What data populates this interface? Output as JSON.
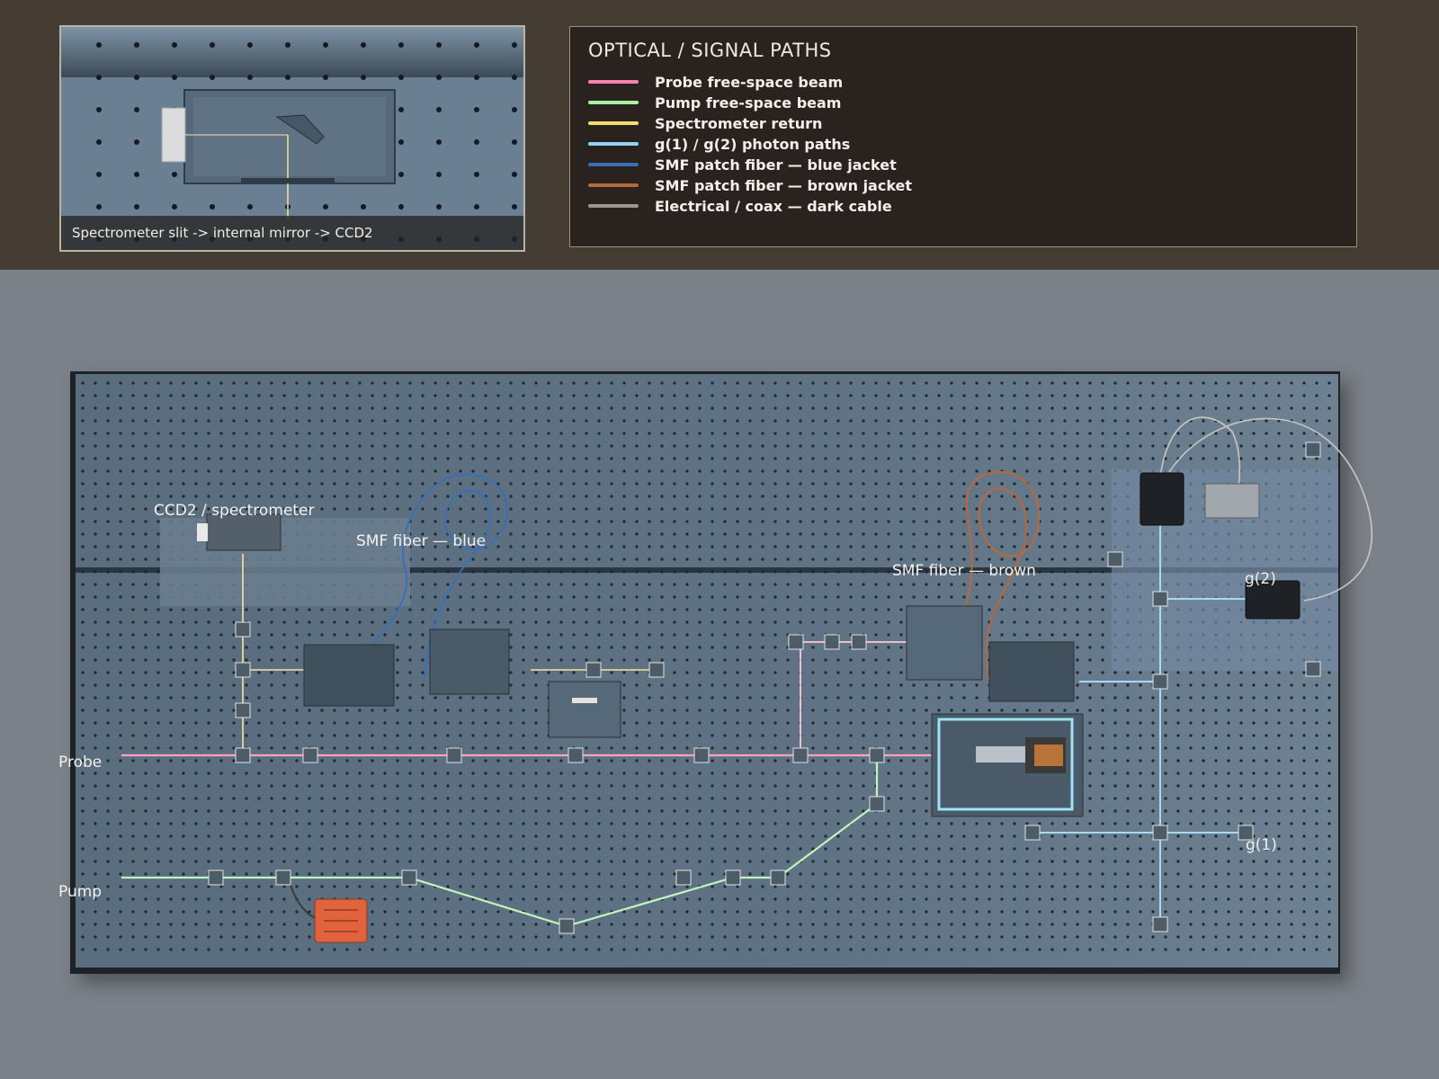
{
  "inset": {
    "caption": "Spectrometer slit -> internal mirror -> CCD2"
  },
  "legend": {
    "title": "OPTICAL / SIGNAL PATHS",
    "items": [
      {
        "label": "Probe free-space beam",
        "color": "#ff7fb1"
      },
      {
        "label": "Pump free-space beam",
        "color": "#a8f5a0"
      },
      {
        "label": "Spectrometer return",
        "color": "#f5df73"
      },
      {
        "label": "g(1) / g(2) photon paths",
        "color": "#8fd2f5"
      },
      {
        "label": "SMF patch fiber — blue jacket",
        "color": "#3a6fb5"
      },
      {
        "label": "SMF patch fiber — brown jacket",
        "color": "#b9683a"
      },
      {
        "label": "Electrical / coax — dark cable",
        "color": "#9a9791"
      }
    ]
  },
  "table_labels": {
    "ccd2": "CCD2 / spectrometer",
    "smf_blue": "SMF fiber — blue",
    "smf_brown": "SMF fiber — brown",
    "g2": "g(2)",
    "g1": "g(1)",
    "probe": "Probe",
    "pump": "Pump"
  },
  "colors": {
    "probe_beam": "#ff9fc2",
    "pump_beam": "#c2f5bb",
    "spectrometer_return": "#f5e49a",
    "photon_path": "#a8d8f5",
    "fiber_blue": "#3a6fb5",
    "fiber_brown": "#b9683a",
    "coax": "#c9c6c0",
    "table_top": "#5f7384",
    "cryostat_window": "#9fe3f2",
    "heater_box": "#e0633d"
  }
}
